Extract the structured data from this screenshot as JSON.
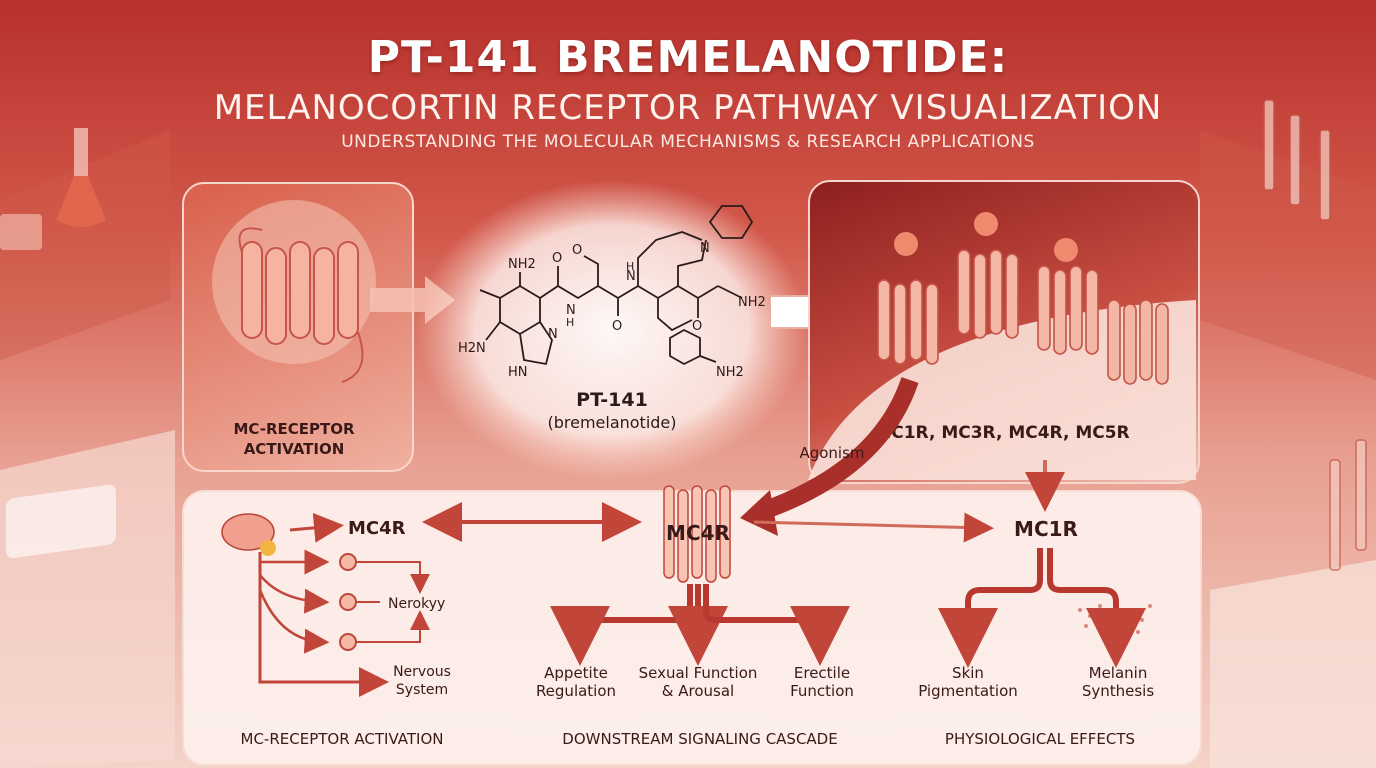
{
  "title": {
    "main": "PT-141 BREMELANOTIDE:",
    "subtitle": "MELANOCORTIN RECEPTOR PATHWAY VISUALIZATION",
    "tagline": "UNDERSTANDING THE MOLECULAR MECHANISMS & RESEARCH APPLICATIONS"
  },
  "left_panel": {
    "label_line1": "MC-RECEPTOR",
    "label_line2": "ACTIVATION"
  },
  "molecule": {
    "name": "PT-141",
    "name_sub": "(bremelanotide)",
    "atoms": {
      "nh2_a": "NH2",
      "h2n": "H2N",
      "hn": "HN",
      "n_ring": "N",
      "o1": "O",
      "o2": "O",
      "o3": "O",
      "o4": "O",
      "nh_1": "N",
      "nh_2": "N",
      "n_top": "N",
      "nh2_b": "NH2",
      "nh2_c": "NH2",
      "h1": "H",
      "h2": "H"
    }
  },
  "right_panel": {
    "receptors": "MC1R, MC3R, MC4R, MC5R"
  },
  "agonism_label": "Agonism",
  "bottom": {
    "left": {
      "mc4r": "MC4R",
      "nerokyy": "Nerokyy",
      "nervous_line1": "Nervous",
      "nervous_line2": "System",
      "section_title": "MC-RECEPTOR ACTIVATION"
    },
    "center": {
      "mc4r": "MC4R",
      "outputs": [
        {
          "line1": "Appetite",
          "line2": "Regulation"
        },
        {
          "line1": "Sexual Function",
          "line2": "& Arousal"
        },
        {
          "line1": "Erectile",
          "line2": "Function"
        }
      ],
      "section_title": "DOWNSTREAM SIGNALING CASCADE"
    },
    "right": {
      "mc1r": "MC1R",
      "outputs": [
        {
          "line1": "Skin",
          "line2": "Pigmentation"
        },
        {
          "line1": "Melanin",
          "line2": "Synthesis"
        }
      ],
      "section_title": "PHYSIOLOGICAL EFFECTS"
    }
  },
  "colors": {
    "arrow": "#b8382f",
    "arrow_light": "#d96a5a",
    "text_dark": "#3a1a18",
    "title": "#ffffff"
  }
}
